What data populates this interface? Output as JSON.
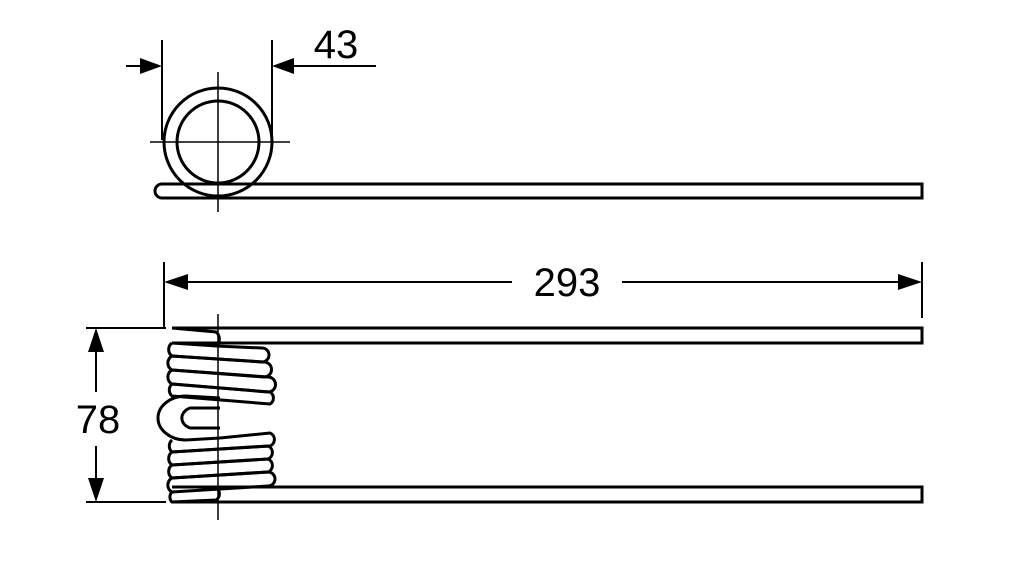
{
  "dimensions": {
    "coil_diameter": "43",
    "tine_length": "293",
    "coil_width": "78"
  },
  "colors": {
    "line": "#000000",
    "background": "#ffffff"
  }
}
